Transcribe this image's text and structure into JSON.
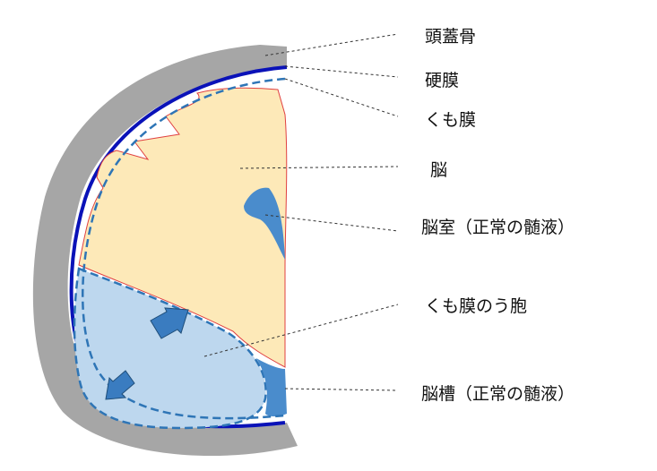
{
  "labels": {
    "skull": "頭蓋骨",
    "dura": "硬膜",
    "arachnoid": "くも膜",
    "brain": "脳",
    "ventricle": "脳室（正常の髄液）",
    "cyst": "くも膜のう胞",
    "cistern": "脳槽（正常の髄液）"
  },
  "colors": {
    "skull": "#a6a6a6",
    "dura": "#0a12b8",
    "arachnoid": "#2e75b6",
    "brain": "#fde9b8",
    "brain_outline": "#e04040",
    "cyst": "#bdd7ee",
    "csf": "#4a8ccc"
  }
}
